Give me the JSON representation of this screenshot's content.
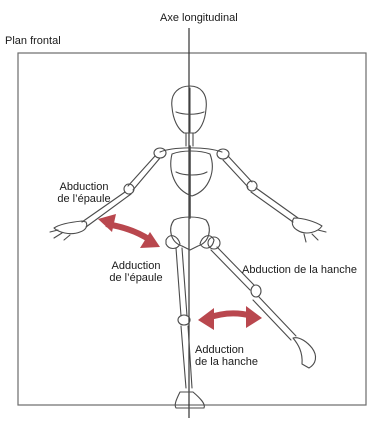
{
  "labels": {
    "axis": "Axe longitudinal",
    "plane": "Plan frontal",
    "shoulder_abduction_line1": "Abduction",
    "shoulder_abduction_line2": "de l’épaule",
    "shoulder_adduction_line1": "Adduction",
    "shoulder_adduction_line2": "de l’épaule",
    "hip_abduction": "Abduction de la hanche",
    "hip_adduction_line1": "Adduction",
    "hip_adduction_line2": "de la hanche"
  },
  "colors": {
    "arrow": "#b9474e",
    "sketch": "#4b4b4b",
    "frame": "#6c6c6c"
  }
}
